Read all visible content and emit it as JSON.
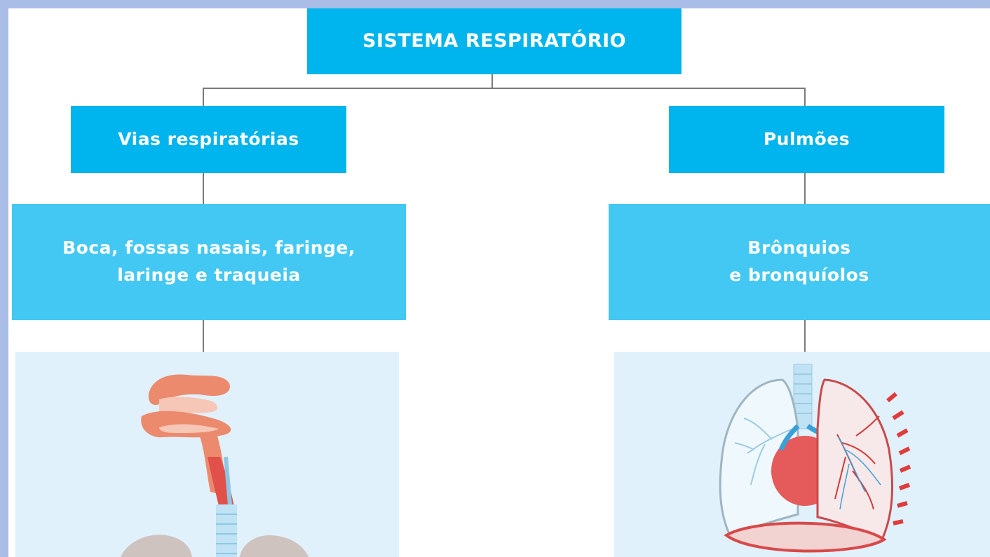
{
  "diagram": {
    "title": "SISTEMA RESPIRATÓRIO",
    "branches": [
      {
        "label": "Vias respiratórias",
        "detail_lines": [
          "Boca, fossas nasais, faringe,",
          "laringe e traqueia"
        ],
        "illustration": "airway-illustration"
      },
      {
        "label": "Pulmões",
        "detail_lines": [
          "Brônquios",
          "e bronquíolos"
        ],
        "illustration": "lungs-illustration"
      }
    ]
  },
  "colors": {
    "frame": "#a9bde6",
    "box_dark": "#00b4ee",
    "box_light": "#43c8f4",
    "connector": "#7a7a7a",
    "panel": "#e0f1fb"
  }
}
